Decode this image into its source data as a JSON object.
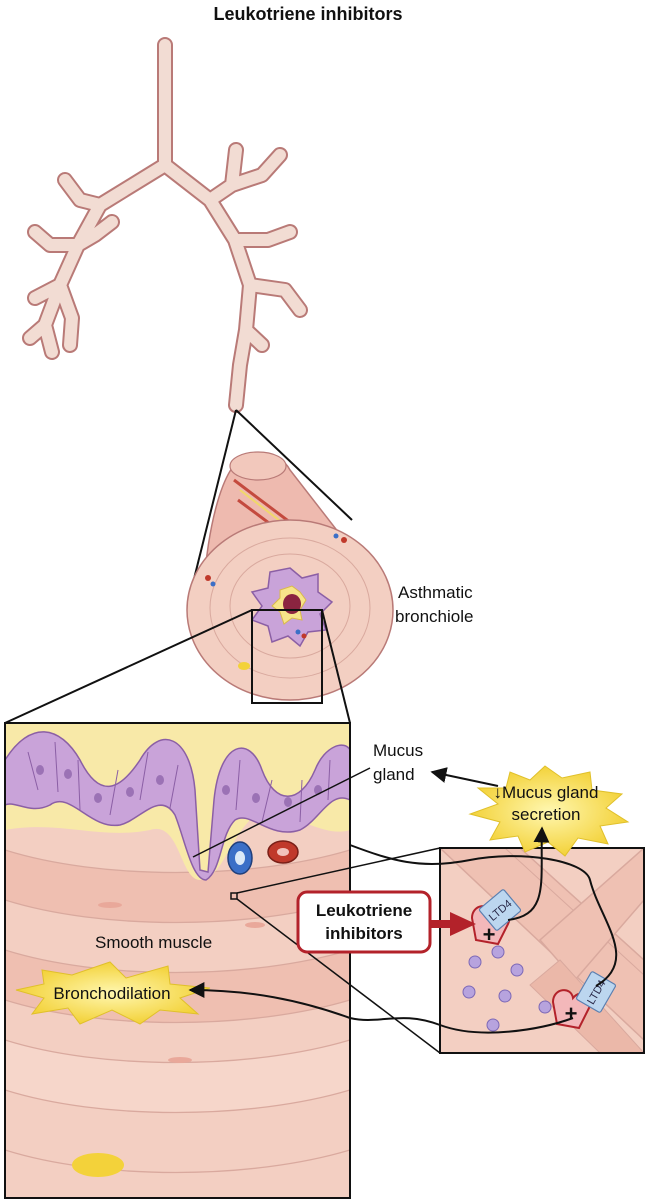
{
  "title": "Leukotriene inhibitors",
  "labels": {
    "asthmatic_line1": "Asthmatic",
    "asthmatic_line2": "bronchiole",
    "mucus_gland_line1": "Mucus",
    "mucus_gland_line2": "gland",
    "smooth_muscle": "Smooth muscle",
    "bronchodilation": "Bronchodilation",
    "mucus_secretion_line1": "↓Mucus gland",
    "mucus_secretion_line2": "secretion",
    "inhibitor_line1": "Leukotriene",
    "inhibitor_line2": "inhibitors",
    "receptor_1": "LTD4",
    "receptor_2": "LTD4",
    "plus_1": "+",
    "plus_2": "+"
  },
  "colors": {
    "airway_fill": "#f2dcd3",
    "airway_stroke": "#b97a77",
    "tissue": "#f3cfc2",
    "epithelium": "#c9a3d9",
    "mucus": "#f7e48a",
    "starburst": "#f5d842",
    "inhibitor_border": "#b3222a",
    "receptor_fill": "#bcd6ef"
  }
}
